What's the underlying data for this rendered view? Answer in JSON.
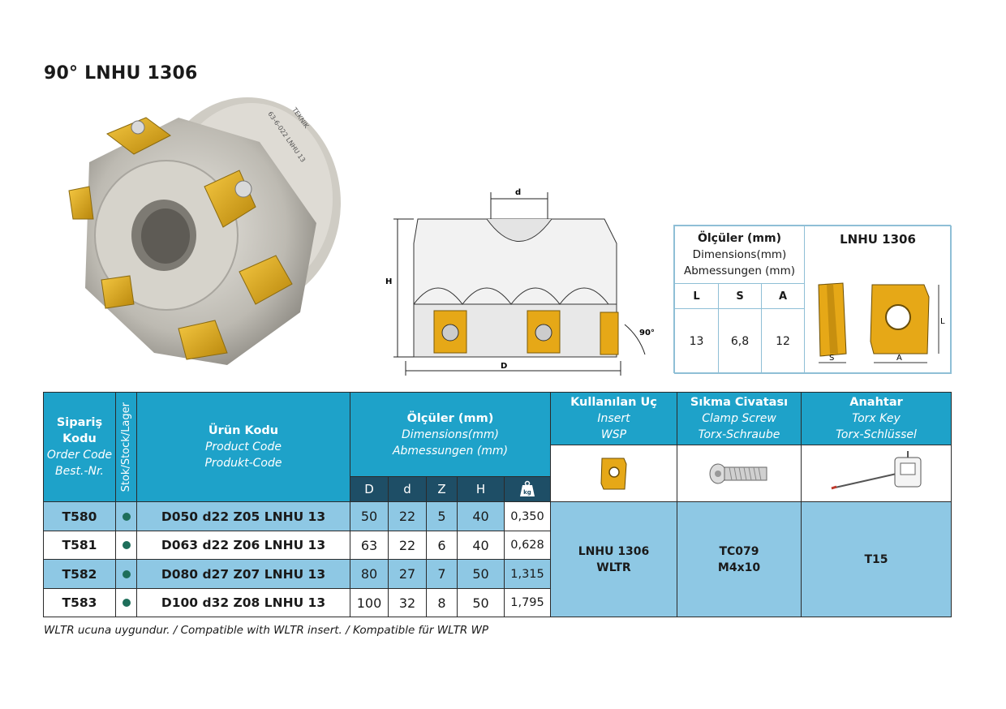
{
  "title": "90° LNHU 1306",
  "photo": {
    "engraving_brand": "TEKNIK",
    "engraving_code": "63-6-022 LNHU 13"
  },
  "drawing": {
    "label_d": "d",
    "label_H": "H",
    "label_D": "D",
    "label_angle": "90°"
  },
  "dimensions_box": {
    "header_main": "Ölçüler (mm)",
    "header_en": "Dimensions(mm)",
    "header_de": "Abmessungen (mm)",
    "insert_title": "LNHU 1306",
    "labels": [
      "L",
      "S",
      "A"
    ],
    "values": [
      "13",
      "6,8",
      "12"
    ],
    "fig_label_L": "L",
    "fig_label_S": "S",
    "fig_label_A": "A"
  },
  "table": {
    "order_code": {
      "tr_1": "Sipariş",
      "tr_2": "Kodu",
      "en": "Order Code",
      "de": "Best.-Nr."
    },
    "stock": "Stok/Stock/Lager",
    "product_code": {
      "tr": "Ürün Kodu",
      "en": "Product Code",
      "de": "Produkt-Code"
    },
    "dims": {
      "tr": "Ölçüler (mm)",
      "en": "Dimensions(mm)",
      "de": "Abmessungen (mm)"
    },
    "dim_cols": [
      "D",
      "d",
      "Z",
      "H"
    ],
    "weight_icon_label": "kg",
    "insert": {
      "tr": "Kullanılan Uç",
      "en": "Insert",
      "de": "WSP"
    },
    "screw": {
      "tr": "Sıkma Civatası",
      "en": "Clamp Screw",
      "de": "Torx-Schraube"
    },
    "key": {
      "tr": "Anahtar",
      "en": "Torx Key",
      "de": "Torx-Schlüssel"
    },
    "rows": [
      {
        "order": "T580",
        "product": "D050 d22 Z05 LNHU 13",
        "D": "50",
        "d": "22",
        "Z": "5",
        "H": "40",
        "kg": "0,350"
      },
      {
        "order": "T581",
        "product": "D063 d22 Z06 LNHU 13",
        "D": "63",
        "d": "22",
        "Z": "6",
        "H": "40",
        "kg": "0,628"
      },
      {
        "order": "T582",
        "product": "D080 d27 Z07 LNHU 13",
        "D": "80",
        "d": "27",
        "Z": "7",
        "H": "50",
        "kg": "1,315"
      },
      {
        "order": "T583",
        "product": "D100 d32 Z08 LNHU 13",
        "D": "100",
        "d": "32",
        "Z": "8",
        "H": "50",
        "kg": "1,795"
      }
    ],
    "insert_value_1": "LNHU 1306",
    "insert_value_2": "WLTR",
    "screw_value_1": "TC079",
    "screw_value_2": "M4x10",
    "key_value": "T15"
  },
  "footnote": "WLTR ucuna uygundur. / Compatible with WLTR insert. / Kompatible für WLTR WP",
  "colors": {
    "header_blue": "#1ea2c9",
    "header_dark": "#1e4e66",
    "row_light": "#8ec8e4",
    "insert_gold": "#e6a817",
    "stock_dot": "#1e6e5a"
  }
}
